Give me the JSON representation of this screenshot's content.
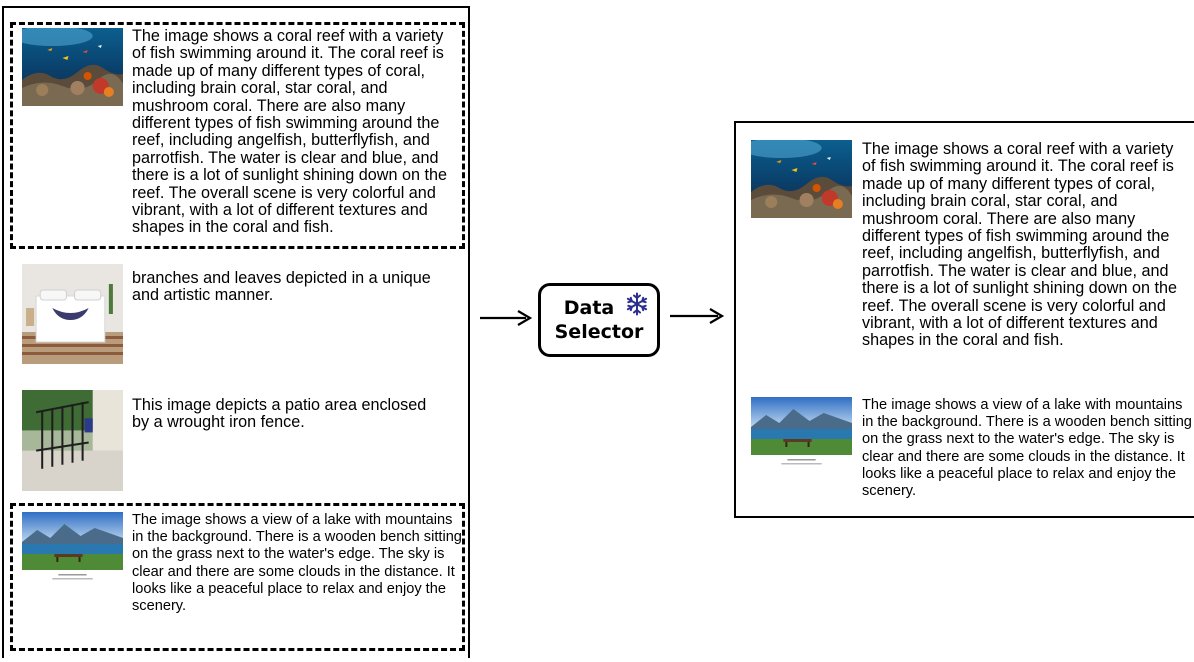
{
  "left_panel": {
    "items": [
      {
        "image": "coral-reef-thumbnail",
        "text": "The image shows a coral reef with a variety of fish swimming around it. The coral reef is made up of many different types of coral, including brain coral, star coral, and mushroom coral. There are also many different types of fish swimming around the reef, including angelfish, butterflyfish, and parrotfish. The water is clear and blue, and there is a lot of sunlight shining down on the reef. The overall scene is very colorful and vibrant, with a lot of different textures and shapes in the coral and fish.",
        "selected": true
      },
      {
        "image": "bedroom-thumbnail",
        "text": "branches and leaves depicted in a unique and artistic manner.",
        "selected": false
      },
      {
        "image": "patio-fence-thumbnail",
        "text": "This image depicts a patio area enclosed by a wrought iron fence.",
        "selected": false
      },
      {
        "image": "lake-mountains-thumbnail",
        "text": "The image shows a view of a lake with mountains in the background. There is a wooden bench sitting on the grass next to the water's edge. The sky is clear and there are some clouds in the distance. It looks like a peaceful place to relax and enjoy the scenery.",
        "selected": true
      }
    ]
  },
  "selector": {
    "line1": "Data",
    "line2": "Selector",
    "icon": "snowflake-icon",
    "icon_color": "#2b2f8f"
  },
  "right_panel": {
    "items": [
      {
        "image": "coral-reef-thumbnail",
        "text": "The image shows a coral reef with a variety of fish swimming around it. The coral reef is made up of many different types of coral, including brain coral, star coral, and mushroom coral. There are also many different types of fish swimming around the reef, including angelfish, butterflyfish, and parrotfish. The water is clear and blue, and there is a lot of sunlight shining down on the reef. The overall scene is very colorful and vibrant, with a lot of different textures and shapes in the coral and fish."
      },
      {
        "image": "lake-mountains-thumbnail",
        "text": "The image shows a view of a lake with mountains in the background. There is a wooden bench sitting on the grass next to the water's edge. The sky is clear and there are some clouds in the distance. It looks like a peaceful place to relax and enjoy the scenery."
      }
    ]
  }
}
